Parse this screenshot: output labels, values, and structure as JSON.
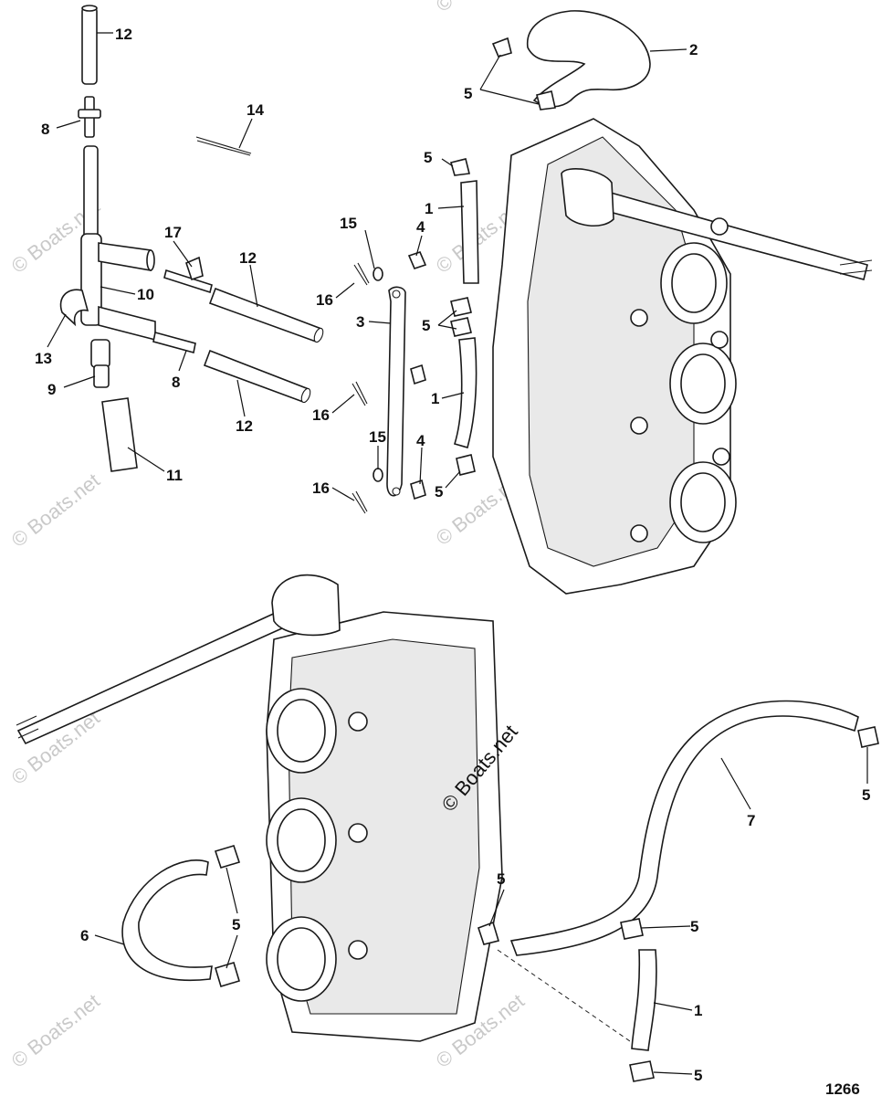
{
  "watermark": {
    "main": "© Boats.net",
    "faint": "© Boats.net"
  },
  "figure_number": "1266",
  "callouts": {
    "c12_top": "12",
    "c2": "2",
    "c5_top": "5",
    "c8_top": "8",
    "c14": "14",
    "c5_a": "5",
    "c1_a": "1",
    "c17": "17",
    "c12_mid": "12",
    "c15_a": "15",
    "c4_a": "4",
    "c10": "10",
    "c16_a": "16",
    "c3": "3",
    "c5_b": "5",
    "c13": "13",
    "c8_mid": "8",
    "c9": "9",
    "c1_b": "1",
    "c16_b": "16",
    "c12_low": "12",
    "c15_b": "15",
    "c4_b": "4",
    "c11": "11",
    "c16_c": "16",
    "c5_c": "5",
    "c5_right": "5",
    "c7": "7",
    "c5_d": "5",
    "c6": "6",
    "c5_e": "5",
    "c5_f": "5",
    "c1_c": "1",
    "c5_g": "5"
  }
}
